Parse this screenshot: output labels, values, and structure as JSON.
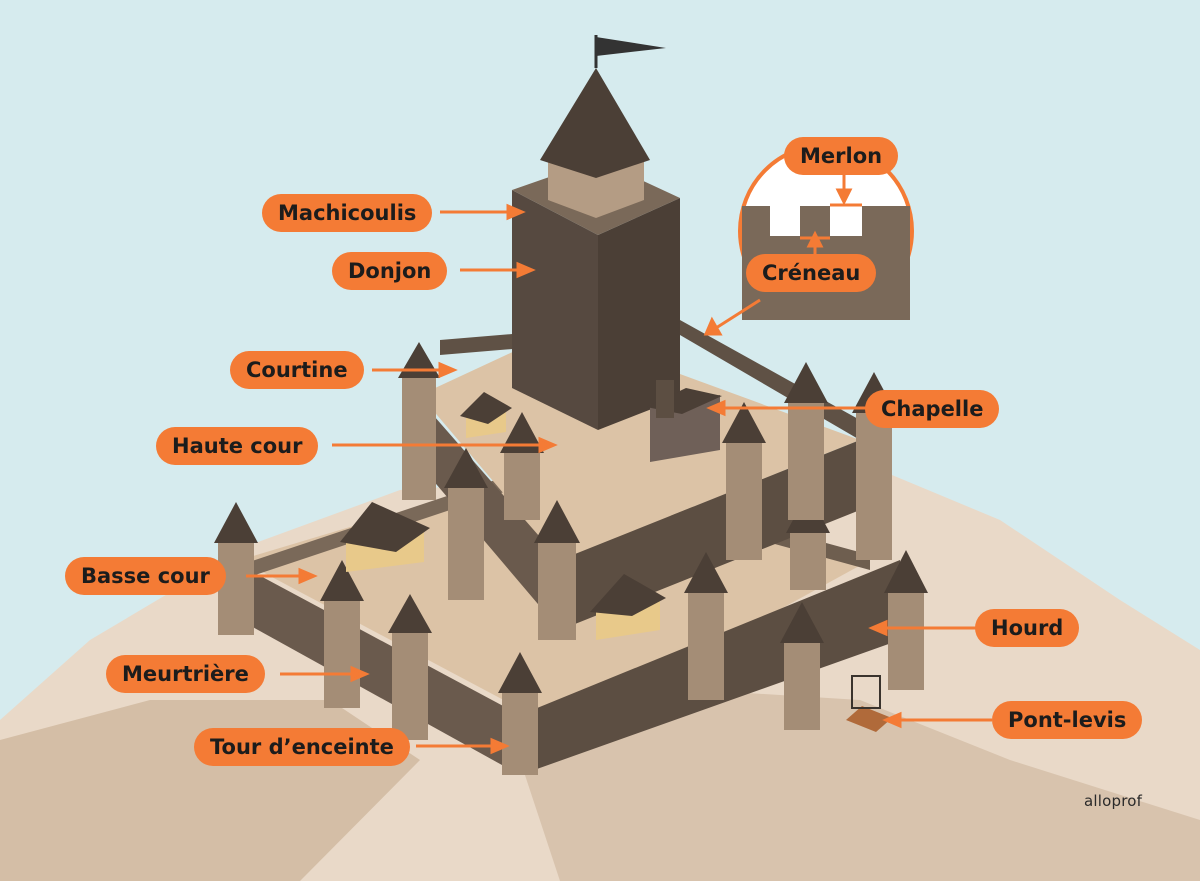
{
  "labels": {
    "merlon": "Merlon",
    "machicoulis": "Machicoulis",
    "donjon": "Donjon",
    "creneau": "Créneau",
    "courtine": "Courtine",
    "chapelle": "Chapelle",
    "haute_cour": "Haute cour",
    "basse_cour": "Basse cour",
    "hourd": "Hourd",
    "meurtriere": "Meurtrière",
    "pont_levis": "Pont-levis",
    "tour_enceinte": "Tour d’enceinte"
  },
  "brand": "alloprof",
  "colors": {
    "sky": "#d6ebee",
    "ground": "#e9d9c8",
    "rock": "#d8c3ad",
    "stone": "#6a5a4d",
    "stone_dark": "#4f4339",
    "tower": "#a48d76",
    "roof": "#4b3f36",
    "courtyard": "#ddc4a8",
    "label_fill": "#f47b35"
  }
}
